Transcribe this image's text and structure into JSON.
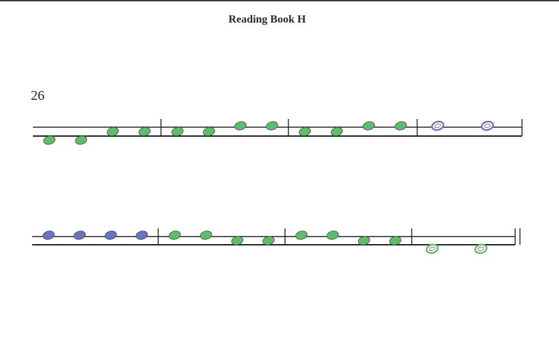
{
  "page": {
    "title": "Reading Book H",
    "exercise_number": "26"
  },
  "colors": {
    "green_note": "#5dbe6a",
    "blue_note": "#6a72c8",
    "outline": "#2b3a2b",
    "staff": "#222222"
  },
  "systems": [
    {
      "measures": [
        {
          "notes": [
            {
              "pos": "below",
              "type": "quarter",
              "color": "green"
            },
            {
              "pos": "below",
              "type": "quarter",
              "color": "green"
            },
            {
              "pos": "space",
              "type": "quarter",
              "color": "green"
            },
            {
              "pos": "space",
              "type": "quarter",
              "color": "green"
            }
          ]
        },
        {
          "notes": [
            {
              "pos": "space",
              "type": "quarter",
              "color": "green"
            },
            {
              "pos": "space",
              "type": "quarter",
              "color": "green"
            },
            {
              "pos": "above",
              "type": "quarter",
              "color": "green"
            },
            {
              "pos": "above",
              "type": "quarter",
              "color": "green"
            }
          ]
        },
        {
          "notes": [
            {
              "pos": "space",
              "type": "quarter",
              "color": "green"
            },
            {
              "pos": "space",
              "type": "quarter",
              "color": "green"
            },
            {
              "pos": "above",
              "type": "quarter",
              "color": "green"
            },
            {
              "pos": "above",
              "type": "quarter",
              "color": "green"
            }
          ]
        },
        {
          "notes": [
            {
              "pos": "above",
              "type": "half",
              "color": "blue"
            },
            {
              "pos": "above",
              "type": "half",
              "color": "blue"
            }
          ]
        }
      ],
      "final_barline": false
    },
    {
      "measures": [
        {
          "notes": [
            {
              "pos": "above",
              "type": "quarter",
              "color": "blue"
            },
            {
              "pos": "above",
              "type": "quarter",
              "color": "blue"
            },
            {
              "pos": "above",
              "type": "quarter",
              "color": "blue"
            },
            {
              "pos": "above",
              "type": "quarter",
              "color": "blue"
            }
          ]
        },
        {
          "notes": [
            {
              "pos": "above",
              "type": "quarter",
              "color": "green"
            },
            {
              "pos": "above",
              "type": "quarter",
              "color": "green"
            },
            {
              "pos": "space",
              "type": "quarter",
              "color": "green"
            },
            {
              "pos": "space",
              "type": "quarter",
              "color": "green"
            }
          ]
        },
        {
          "notes": [
            {
              "pos": "above",
              "type": "quarter",
              "color": "green"
            },
            {
              "pos": "above",
              "type": "quarter",
              "color": "green"
            },
            {
              "pos": "space",
              "type": "quarter",
              "color": "green"
            },
            {
              "pos": "space",
              "type": "quarter",
              "color": "green"
            }
          ]
        },
        {
          "notes": [
            {
              "pos": "below",
              "type": "half",
              "color": "green"
            },
            {
              "pos": "below",
              "type": "half",
              "color": "green"
            }
          ]
        }
      ],
      "final_barline": true
    }
  ]
}
